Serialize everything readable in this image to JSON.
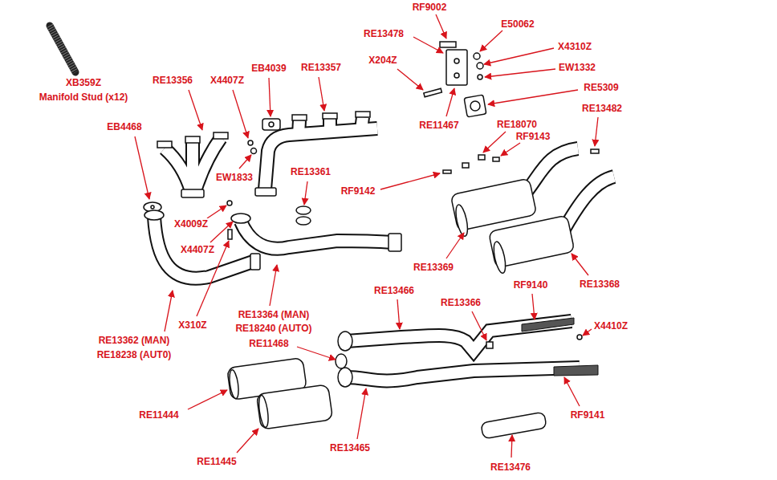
{
  "diagram": {
    "labels": [
      "XB359Z",
      "Manifold Stud (x12)",
      "RE13356",
      "X4407Z",
      "EB4039",
      "RE13357",
      "EB4468",
      "EW1833",
      "RE13361",
      "X4009Z",
      "X4407Z",
      "X310Z",
      "RE13362 (MAN)",
      "RE18238 (AUT0)",
      "RE13364 (MAN)",
      "RE18240 (AUTO)",
      "RF9002",
      "RE13478",
      "E50062",
      "X4310Z",
      "X204Z",
      "EW1332",
      "RE5309",
      "RE11467",
      "RE13482",
      "RE18070",
      "RF9143",
      "RF9142",
      "RE13369",
      "RE13368",
      "RE13466",
      "RF9140",
      "RE13366",
      "X4410Z",
      "RE11468",
      "RF9141",
      "RE11444",
      "RE13465",
      "RE11445",
      "RE13476"
    ]
  }
}
